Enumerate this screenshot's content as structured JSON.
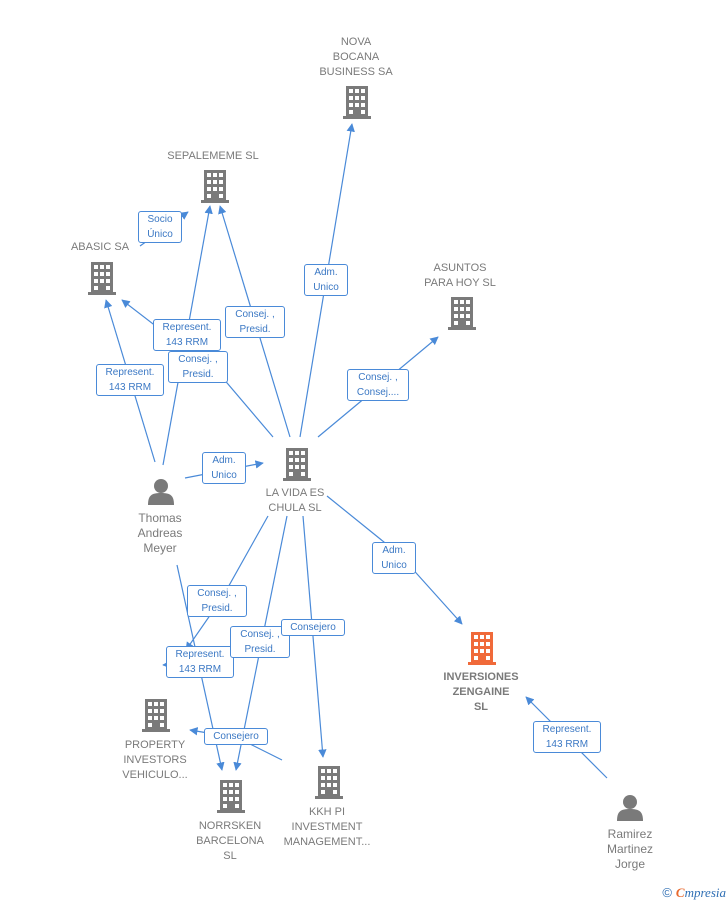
{
  "colors": {
    "edge": "#4a8ad8",
    "node": "#7a7a7a",
    "focus": "#f06a3a"
  },
  "nodes": {
    "nova_bocana": {
      "lines": [
        "NOVA",
        "BOCANA",
        "BUSINESS SA"
      ],
      "kind": "company"
    },
    "sepalememe": {
      "lines": [
        "SEPALEMEME SL"
      ],
      "kind": "company"
    },
    "abasic": {
      "lines": [
        "ABASIC SA"
      ],
      "kind": "company"
    },
    "asuntos": {
      "lines": [
        "ASUNTOS",
        "PARA HOY  SL"
      ],
      "kind": "company"
    },
    "la_vida": {
      "lines": [
        "LA VIDA ES",
        "CHULA SL"
      ],
      "kind": "company"
    },
    "thomas": {
      "lines": [
        "Thomas",
        "Andreas",
        "Meyer"
      ],
      "kind": "person"
    },
    "inversiones": {
      "lines": [
        "INVERSIONES",
        "ZENGAINE",
        "SL"
      ],
      "kind": "focus"
    },
    "property": {
      "lines": [
        "PROPERTY",
        "INVESTORS",
        "VEHICULO..."
      ],
      "kind": "company"
    },
    "norrsken": {
      "lines": [
        "NORRSKEN",
        "BARCELONA",
        "SL"
      ],
      "kind": "company"
    },
    "kkh": {
      "lines": [
        "KKH PI",
        "INVESTMENT",
        "MANAGEMENT..."
      ],
      "kind": "company"
    },
    "ramirez": {
      "lines": [
        "Ramirez",
        "Martinez",
        "Jorge"
      ],
      "kind": "person"
    }
  },
  "edge_labels": {
    "adm_unico_nova": [
      "Adm.",
      "Unico"
    ],
    "socio_unico": [
      "Socio",
      "Único"
    ],
    "consej_presid_sepal": [
      "Consej. ,",
      "Presid."
    ],
    "represent_sepal": [
      "Represent.",
      "143 RRM"
    ],
    "consej_presid_abasic": [
      "Consej. ,",
      "Presid."
    ],
    "represent_abasic": [
      "Represent.",
      "143 RRM"
    ],
    "consej_asuntos": [
      "Consej. ,",
      "Consej...."
    ],
    "adm_unico_thomas": [
      "Adm.",
      "Unico"
    ],
    "adm_unico_inversiones": [
      "Adm.",
      "Unico"
    ],
    "consej_presid_property": [
      "Consej. ,",
      "Presid."
    ],
    "represent_property": [
      "Represent.",
      "143 RRM"
    ],
    "consej_presid_norrsken": [
      "Consej. ,",
      "Presid."
    ],
    "consejero_kkh": [
      "Consejero"
    ],
    "consejero_norrsken": [
      "Consejero"
    ],
    "represent_ramirez": [
      "Represent.",
      "143 RRM"
    ]
  },
  "brand": {
    "copyright": "©",
    "name_first": "C",
    "name_rest": "mpresia"
  }
}
